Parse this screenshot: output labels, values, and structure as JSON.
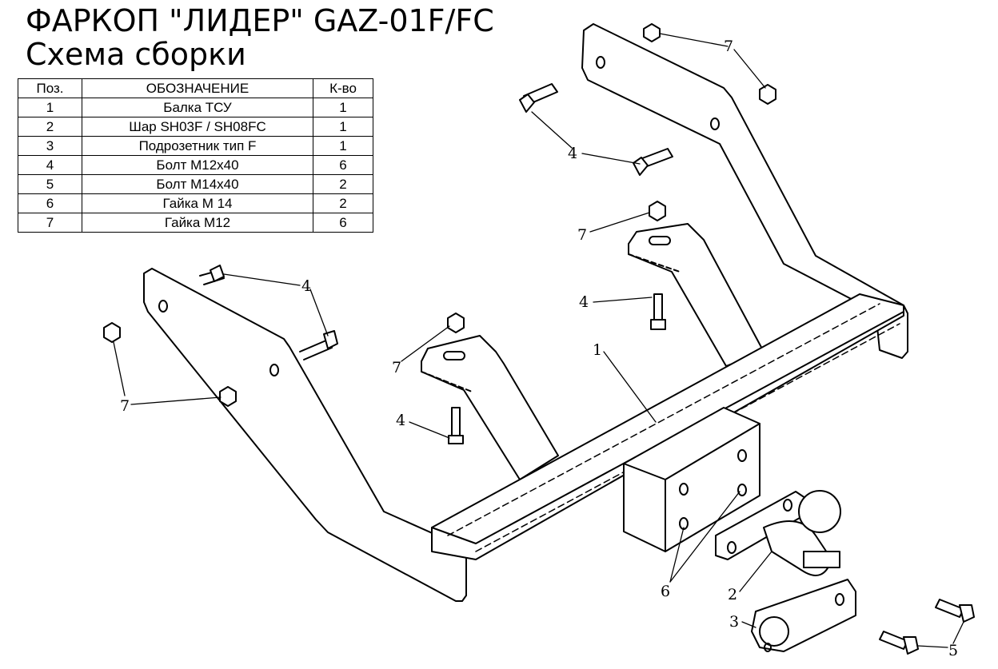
{
  "title": "ФАРКОП \"ЛИДЕР\"  GAZ-01F/FC",
  "subtitle": "Схема сборки",
  "table": {
    "headers": [
      "Поз.",
      "ОБОЗНАЧЕНИЕ",
      "К-во"
    ],
    "rows": [
      [
        "1",
        "Балка ТСУ",
        "1"
      ],
      [
        "2",
        "Шар SH03F / SH08FC",
        "1"
      ],
      [
        "3",
        "Подрозетник тип F",
        "1"
      ],
      [
        "4",
        "Болт М12х40",
        "6"
      ],
      [
        "5",
        "Болт М14х40",
        "2"
      ],
      [
        "6",
        "Гайка  М 14",
        "2"
      ],
      [
        "7",
        "Гайка М12",
        "6"
      ]
    ]
  },
  "callouts": {
    "c1": "1",
    "c2": "2",
    "c3": "3",
    "c5": "5",
    "c6": "6",
    "c4a": "4",
    "c4b": "4",
    "c4c": "4",
    "c4d": "4",
    "c7a": "7",
    "c7b": "7",
    "c7c": "7",
    "c7d": "7"
  }
}
